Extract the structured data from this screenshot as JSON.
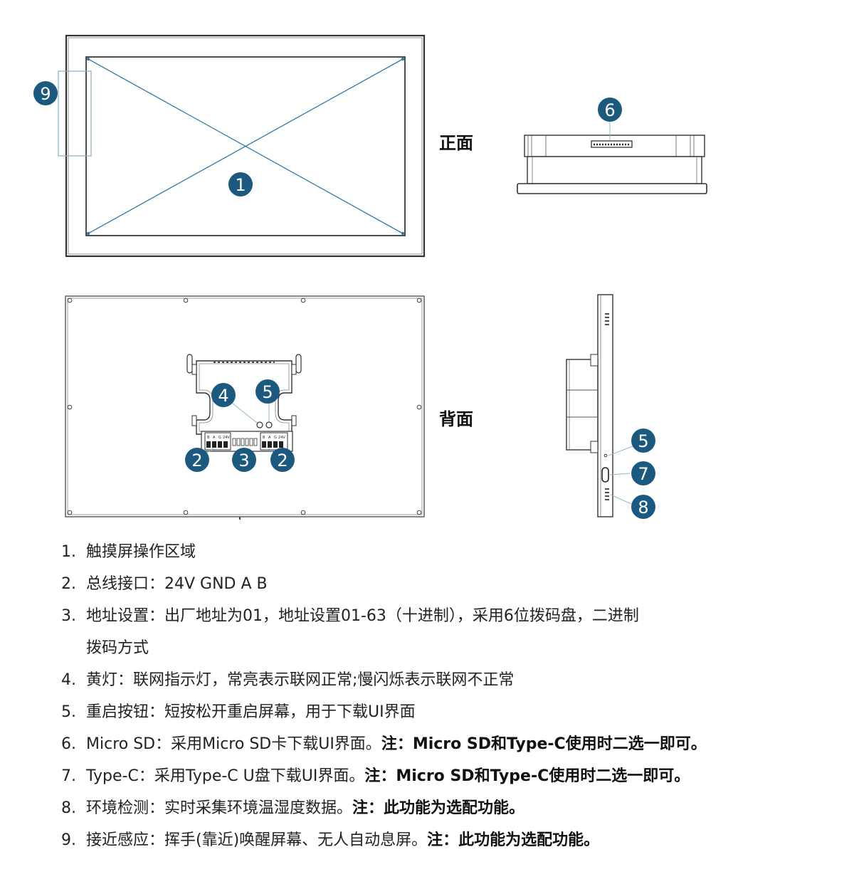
{
  "labels": {
    "front": "正面",
    "back": "背面"
  },
  "terminal_labels": {
    "left": [
      "B",
      "A",
      "G",
      "24V"
    ],
    "right": [
      "B",
      "A",
      "G",
      "24V"
    ]
  },
  "callouts": [
    "1",
    "2",
    "2",
    "3",
    "4",
    "5",
    "5",
    "6",
    "7",
    "8",
    "9"
  ],
  "colors": {
    "callout": "#1b5a7e",
    "touch_cross": "#2f7ba8",
    "outline": "#333333"
  },
  "items": [
    {
      "num": "1.",
      "text": " 触摸屏操作区域",
      "cont": "",
      "note": ""
    },
    {
      "num": "2.",
      "text": "总线接口：24V GND  A  B",
      "cont": "",
      "note": ""
    },
    {
      "num": "3.",
      "text": "地址设置：出厂地址为01，地址设置01-63（十进制），采用6位拨码盘，二进制",
      "cont": "拨码方式",
      "note": ""
    },
    {
      "num": "4.",
      "text": "黄灯：联网指示灯，常亮表示联网正常;慢闪烁表示联网不正常",
      "cont": "",
      "note": ""
    },
    {
      "num": "5.",
      "text": "重启按钮：短按松开重启屏幕，用于下载UI界面",
      "cont": "",
      "note": ""
    },
    {
      "num": "6.",
      "text": "Micro SD：采用Micro SD卡下载UI界面。",
      "cont": "",
      "note": "注：Micro SD和Type-C使用时二选一即可。"
    },
    {
      "num": "7.",
      "text": "Type-C：采用Type-C U盘下载UI界面。",
      "cont": "",
      "note": "注：Micro SD和Type-C使用时二选一即可。"
    },
    {
      "num": "8.",
      "text": "环境检测：实时采集环境温湿度数据。",
      "cont": "",
      "note": "注：此功能为选配功能。"
    },
    {
      "num": "9.",
      "text": "接近感应：挥手(靠近)唤醒屏幕、无人自动息屏。",
      "cont": "",
      "note": "注：此功能为选配功能。"
    }
  ]
}
